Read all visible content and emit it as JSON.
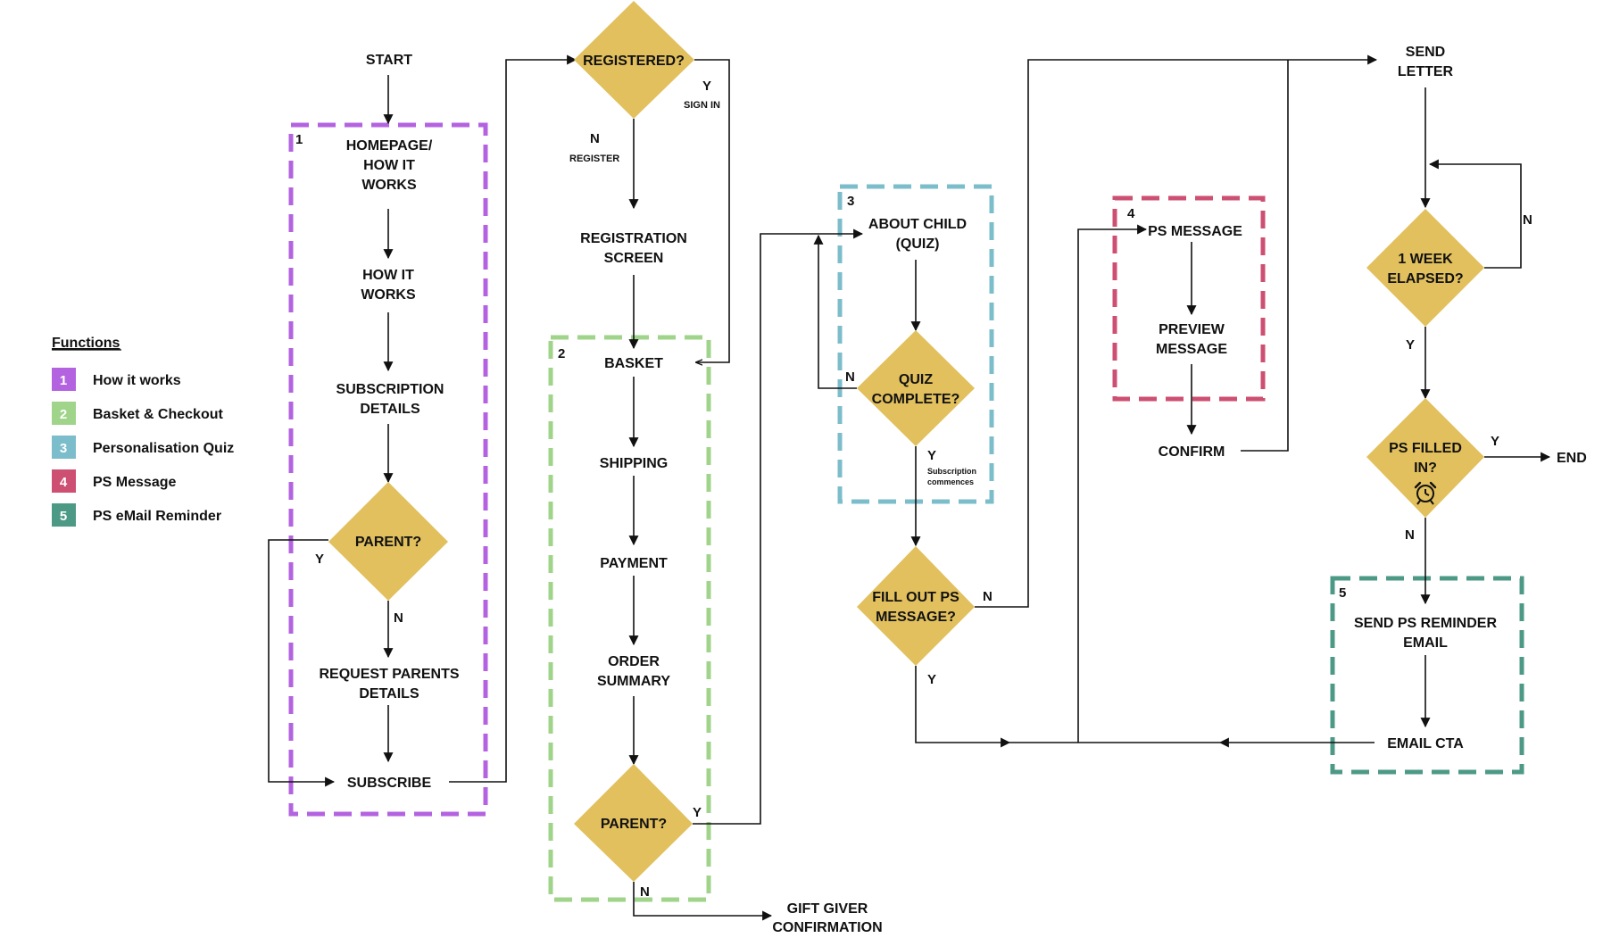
{
  "colors": {
    "decision": "#e2c05e",
    "line": "#111111",
    "group_1": "#b463e0",
    "group_2": "#9fd48a",
    "group_3": "#7cbdcb",
    "group_4": "#cd4f72",
    "group_5": "#4c9a86"
  },
  "legend": {
    "title": "Functions",
    "items": [
      {
        "num": "1",
        "label": "How it works",
        "color": "#b463e0"
      },
      {
        "num": "2",
        "label": "Basket & Checkout",
        "color": "#9fd48a"
      },
      {
        "num": "3",
        "label": "Personalisation Quiz",
        "color": "#7cbdcb"
      },
      {
        "num": "4",
        "label": "PS Message",
        "color": "#cd4f72"
      },
      {
        "num": "5",
        "label": "PS eMail Reminder",
        "color": "#4c9a86"
      }
    ]
  },
  "groups": [
    {
      "num": "1",
      "name": "How it works"
    },
    {
      "num": "2",
      "name": "Basket & Checkout"
    },
    {
      "num": "3",
      "name": "Personalisation Quiz"
    },
    {
      "num": "4",
      "name": "PS Message"
    },
    {
      "num": "5",
      "name": "PS eMail Reminder"
    }
  ],
  "nodes": {
    "start": [
      "START"
    ],
    "homepage": [
      "HOMEPAGE/",
      "HOW IT",
      "WORKS"
    ],
    "how_it_works": [
      "HOW IT",
      "WORKS"
    ],
    "subscription_details": [
      "SUBSCRIPTION",
      "DETAILS"
    ],
    "parent_1": [
      "PARENT?"
    ],
    "request_parents": [
      "REQUEST PARENTS",
      "DETAILS"
    ],
    "subscribe": [
      "SUBSCRIBE"
    ],
    "registered": [
      "REGISTERED?"
    ],
    "registration_screen": [
      "REGISTRATION",
      "SCREEN"
    ],
    "basket": [
      "BASKET"
    ],
    "shipping": [
      "SHIPPING"
    ],
    "payment": [
      "PAYMENT"
    ],
    "order_summary": [
      "ORDER",
      "SUMMARY"
    ],
    "parent_2": [
      "PARENT?"
    ],
    "gift_giver": [
      "GIFT GIVER",
      "CONFIRMATION"
    ],
    "about_child": [
      "ABOUT CHILD",
      "(QUIZ)"
    ],
    "quiz_complete": [
      "QUIZ",
      "COMPLETE?"
    ],
    "fill_out_ps": [
      "FILL OUT PS",
      "MESSAGE?"
    ],
    "ps_message": [
      "PS MESSAGE"
    ],
    "preview_message": [
      "PREVIEW",
      "MESSAGE"
    ],
    "confirm": [
      "CONFIRM"
    ],
    "send_letter": [
      "SEND",
      "LETTER"
    ],
    "week_elapsed": [
      "1 WEEK",
      "ELAPSED?"
    ],
    "ps_filled": [
      "PS FILLED",
      "IN?"
    ],
    "end": [
      "END"
    ],
    "send_reminder": [
      "SEND PS REMINDER",
      "EMAIL"
    ],
    "email_cta": [
      "EMAIL CTA"
    ]
  },
  "edge_labels": {
    "parent1_y": "Y",
    "parent1_n": "N",
    "registered_y": "Y",
    "sign_in": "SIGN IN",
    "registered_n": "N",
    "register": "REGISTER",
    "parent2_y": "Y",
    "parent2_n": "N",
    "quiz_n": "N",
    "quiz_y": "Y",
    "subscription_commences": [
      "Subscription",
      "commences"
    ],
    "fillps_n": "N",
    "fillps_y": "Y",
    "week_n": "N",
    "week_y": "Y",
    "psfilled_y": "Y",
    "psfilled_n": "N"
  },
  "icons": {
    "ps_filled_icon": "alarm-clock-icon"
  }
}
